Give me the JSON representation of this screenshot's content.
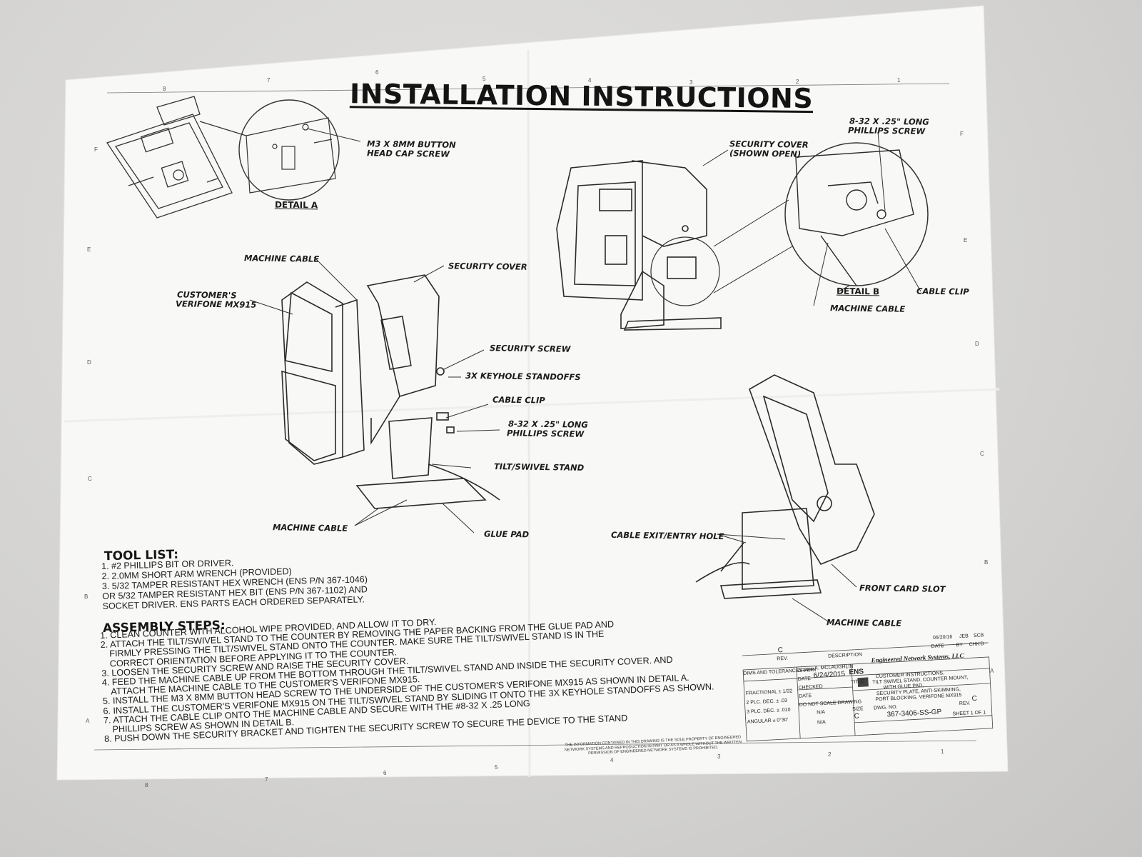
{
  "document": {
    "title": "INSTALLATION INSTRUCTIONS"
  },
  "border_marks": {
    "top": [
      "8",
      "7",
      "6",
      "5",
      "4",
      "3",
      "2",
      "1"
    ],
    "bottom": [
      "8",
      "7",
      "6",
      "5",
      "4",
      "3",
      "2",
      "1"
    ],
    "left": [
      "F",
      "E",
      "D",
      "C",
      "B",
      "A"
    ],
    "right": [
      "F",
      "E",
      "D",
      "C",
      "B",
      "A"
    ]
  },
  "callouts": {
    "m3_screw": "M3 X 8MM BUTTON",
    "m3_screw_2": "HEAD CAP SCREW",
    "detail_a": "DETAIL A",
    "machine_cable_top": "MACHINE CABLE",
    "customers": "CUSTOMER'S",
    "verifone": "VERIFONE MX915",
    "security_cover": "SECURITY COVER",
    "security_screw": "SECURITY SCREW",
    "keyhole": "3X KEYHOLE STANDOFFS",
    "cable_clip": "CABLE CLIP",
    "phillips_832": "8-32 X .25\" LONG",
    "phillips_screw": "PHILLIPS SCREW",
    "tilt_swivel": "TILT/SWIVEL STAND",
    "machine_cable_bottom": "MACHINE CABLE",
    "glue_pad": "GLUE PAD",
    "sec_cover_open_1": "SECURITY COVER",
    "sec_cover_open_2": "(SHOWN OPEN)",
    "phillips_832_r": "8-32 X .25\" LONG",
    "phillips_screw_r": "PHILLIPS SCREW",
    "detail_b": "DETAIL B",
    "cable_clip_r": "CABLE CLIP",
    "machine_cable_r": "MACHINE CABLE",
    "cable_exit": "CABLE EXIT/ENTRY HOLE",
    "front_card_slot": "FRONT CARD SLOT",
    "machine_cable_br": "MACHINE CABLE"
  },
  "tool_list": {
    "heading": "TOOL LIST:",
    "items": [
      "1. #2 PHILLIPS BIT OR DRIVER.",
      "2. 2.0MM SHORT ARM WRENCH (PROVIDED)",
      "3. 5/32 TAMPER RESISTANT HEX WRENCH (ENS P/N 367-1046)",
      "OR 5/32 TAMPER RESISTANT HEX BIT (ENS P/N 367-1102) AND",
      "SOCKET DRIVER. ENS PARTS EACH ORDERED SEPARATELY."
    ]
  },
  "assembly": {
    "heading": "ASSEMBLY STEPS:",
    "steps": [
      "1. CLEAN COUNTER WITH ALCOHOL WIPE PROVIDED, AND ALLOW IT TO DRY.",
      "2. ATTACH THE TILT/SWIVEL STAND TO THE COUNTER BY REMOVING THE PAPER BACKING FROM THE GLUE PAD AND",
      "FIRMLY PRESSING THE TILT/SWIVEL STAND ONTO THE COUNTER. MAKE SURE THE TILT/SWIVEL STAND IS IN THE",
      "CORRECT ORIENTATION BEFORE APPLYING IT TO THE COUNTER.",
      "3. LOOSEN THE SECURITY SCREW AND RAISE THE SECURITY COVER.",
      "4. FEED THE MACHINE CABLE UP FROM THE BOTTOM THROUGH THE TILT/SWIVEL STAND AND INSIDE THE SECURITY COVER. AND",
      "ATTACH THE MACHINE CABLE TO THE CUSTOMER'S VERIFONE MX915.",
      "5. INSTALL THE M3 X 8MM BUTTON HEAD SCREW TO THE UNDERSIDE OF THE CUSTOMER'S VERIFONE MX915 AS SHOWN IN DETAIL A.",
      "6. INSTALL THE CUSTOMER'S VERIFONE MX915 ON THE TILT/SWIVEL STAND BY SLIDING IT ONTO THE 3X KEYHOLE STANDOFFS AS SHOWN.",
      "7. ATTACH THE CABLE CLIP ONTO THE MACHINE CABLE AND SECURE WITH THE #8-32 X .25 LONG",
      "PHILLIPS SCREW AS SHOWN IN DETAIL B.",
      "8. PUSH DOWN THE SECURITY BRACKET AND TIGHTEN THE SECURITY SCREW TO SECURE THE DEVICE TO THE STAND"
    ]
  },
  "title_block": {
    "rev_date": "06/20/16",
    "rev_by": "JEB",
    "rev_chkd": "SCB",
    "rev_letter": "C",
    "rev_label": "REV.",
    "description_label": "DESCRIPTION",
    "date_label": "DATE",
    "by_label": "BY",
    "chkd_label": "CHK'D",
    "drawn_label": "DRAWN",
    "drawn_by": "A. MCLAUGHLIN",
    "date_field": "DATE",
    "date_value": "6/24/2015",
    "checked_label": "CHECKED",
    "do_not_scale": "DO NOT SCALE DRAWING",
    "company": "Engineered Network Systems, LLC",
    "logo_text": "ENS",
    "title_label": "TITLE",
    "title_lines": [
      "CUSTOMER INSTRUCTIONS,",
      "TILT SWIVEL STAND, COUNTER MOUNT,",
      "WITH GLUE PAD,",
      "SECURITY PLATE, ANTI-SKIMMING,",
      "PORT BLOCKING, VERIFONE MX915"
    ],
    "size_label": "SIZE",
    "size_value": "C",
    "dwg_label": "DWG. NO.",
    "dwg_no": "367-3406-SS-GP",
    "rev_field": "REV.",
    "rev_value": "C",
    "sheet": "SHEET 1 OF 1",
    "tolerance_head": "DIMS AND TOLERANCES PER",
    "fractional": "FRACTIONAL ± 1/32",
    "two_plc": "2 PLC. DEC. ± .03",
    "three_plc": "3 PLC. DEC. ± .010",
    "angular": "ANGULAR ± 0°30'",
    "na1": "N/A",
    "na2": "N/A"
  },
  "footer_note": "THE INFORMATION CONTAINED IN THIS DRAWING IS THE SOLE PROPERTY OF ENGINEERED NETWORK SYSTEMS AND REPRODUCTION IN PART OR AS A WHOLE WITHOUT THE WRITTEN PERMISSION OF ENGINEERED NETWORK SYSTEMS IS PROHIBITED."
}
